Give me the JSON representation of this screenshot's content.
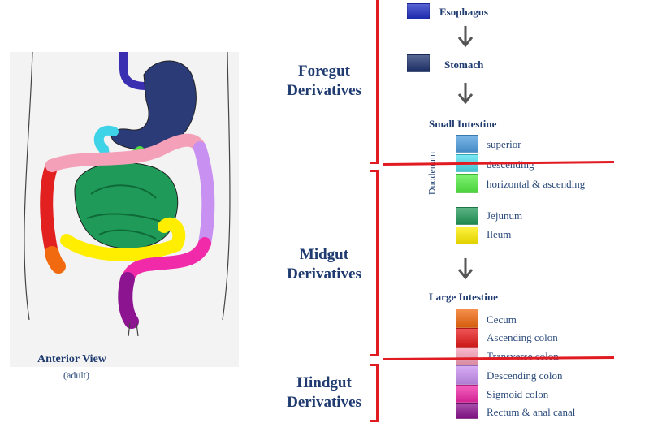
{
  "illustration": {
    "caption": "Anterior View",
    "subcaption": "(adult)"
  },
  "regions": {
    "foregut": "Foregut\nDerivatives",
    "midgut": "Midgut\nDerivatives",
    "hindgut": "Hindgut\nDerivatives"
  },
  "esophagus": {
    "label": "Esophagus",
    "color": "#1f2fc4"
  },
  "stomach": {
    "label": "Stomach",
    "color": "#1f3470"
  },
  "small_intestine": {
    "title": "Small Intestine",
    "duodenum_label": "Duodenum",
    "items": [
      {
        "label": "superior",
        "color": "#4f9fe0"
      },
      {
        "label": "descending",
        "color": "#4fdfef"
      },
      {
        "label": "horizontal & ascending",
        "color": "#55ee44"
      },
      {
        "label": "Jejunum",
        "color": "#249a5a"
      },
      {
        "label": "Ileum",
        "color": "#ffee00"
      }
    ]
  },
  "large_intestine": {
    "title": "Large Intestine",
    "items": [
      {
        "label": "Cecum",
        "color": "#f26a10"
      },
      {
        "label": "Ascending colon",
        "color": "#e81c1c"
      },
      {
        "label": "Transverse colon",
        "color": "#f7a0b8"
      },
      {
        "label": "Descending colon",
        "color": "#c890f0"
      },
      {
        "label": "Sigmoid colon",
        "color": "#f02aa8"
      },
      {
        "label": "Rectum & anal canal",
        "color": "#8c1490"
      }
    ]
  },
  "colors": {
    "brace": "#e11b22",
    "text": "#1f3b70",
    "arrow": "#555555"
  }
}
